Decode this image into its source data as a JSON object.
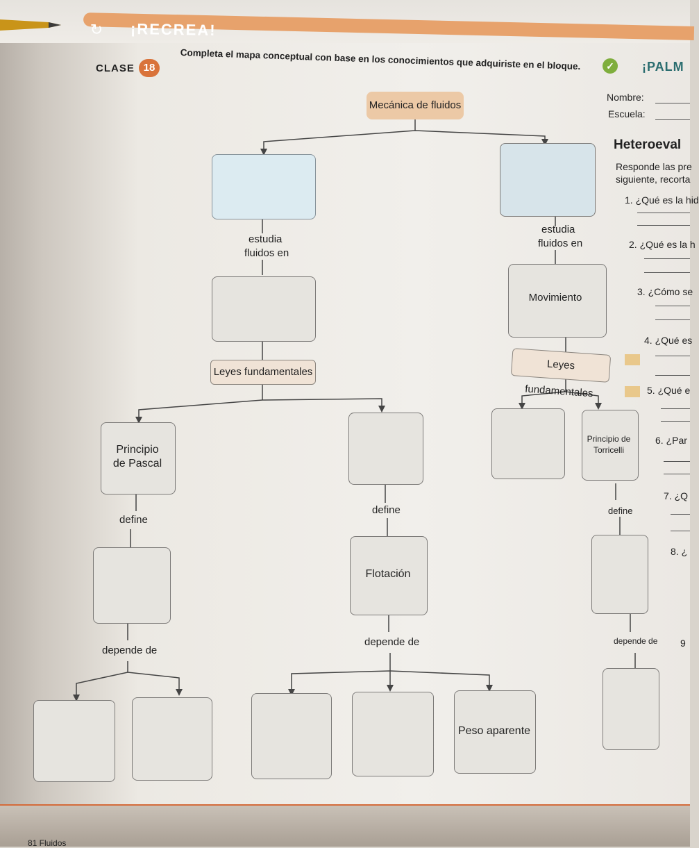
{
  "header": {
    "banner": "¡RECREA!",
    "clase_label": "CLASE",
    "clase_number": "18",
    "instruction": "Completa el mapa conceptual con base en los conocimientos que adquiriste en el bloque."
  },
  "concept_map": {
    "root": "Mecánica de fluidos",
    "left_branch": {
      "link1": "estudia fluidos en",
      "link2_title": "Leyes fundamentales",
      "principle": "Principio de Pascal",
      "principle_link": "define",
      "principle_dep": "depende de",
      "middle_link": "define",
      "middle_concept": "Flotación",
      "middle_dep": "depende de",
      "middle_leaf": "Peso aparente"
    },
    "right_branch": {
      "link1": "estudia fluidos en",
      "concept": "Movimiento",
      "laws": "Leyes fundamentales",
      "principle": "Principio de Torricelli",
      "principle_link": "define",
      "principle_dep": "depende de"
    }
  },
  "right_page": {
    "badge": "¡PALM",
    "nombre": "Nombre:",
    "escuela": "Escuela:",
    "title": "Heteroeval",
    "instructions_1": "Responde las pre",
    "instructions_2": "siguiente, recorta",
    "q1": "1. ¿Qué es la hid",
    "q2": "2. ¿Qué es la h",
    "q3": "3. ¿Cómo se",
    "q4": "4. ¿Qué es",
    "q5": "5. ¿Qué e",
    "q6": "6. ¿Par",
    "q7": "7. ¿Q",
    "q8": "8. ¿",
    "q9": "9"
  },
  "footer": "81 Fluidos"
}
